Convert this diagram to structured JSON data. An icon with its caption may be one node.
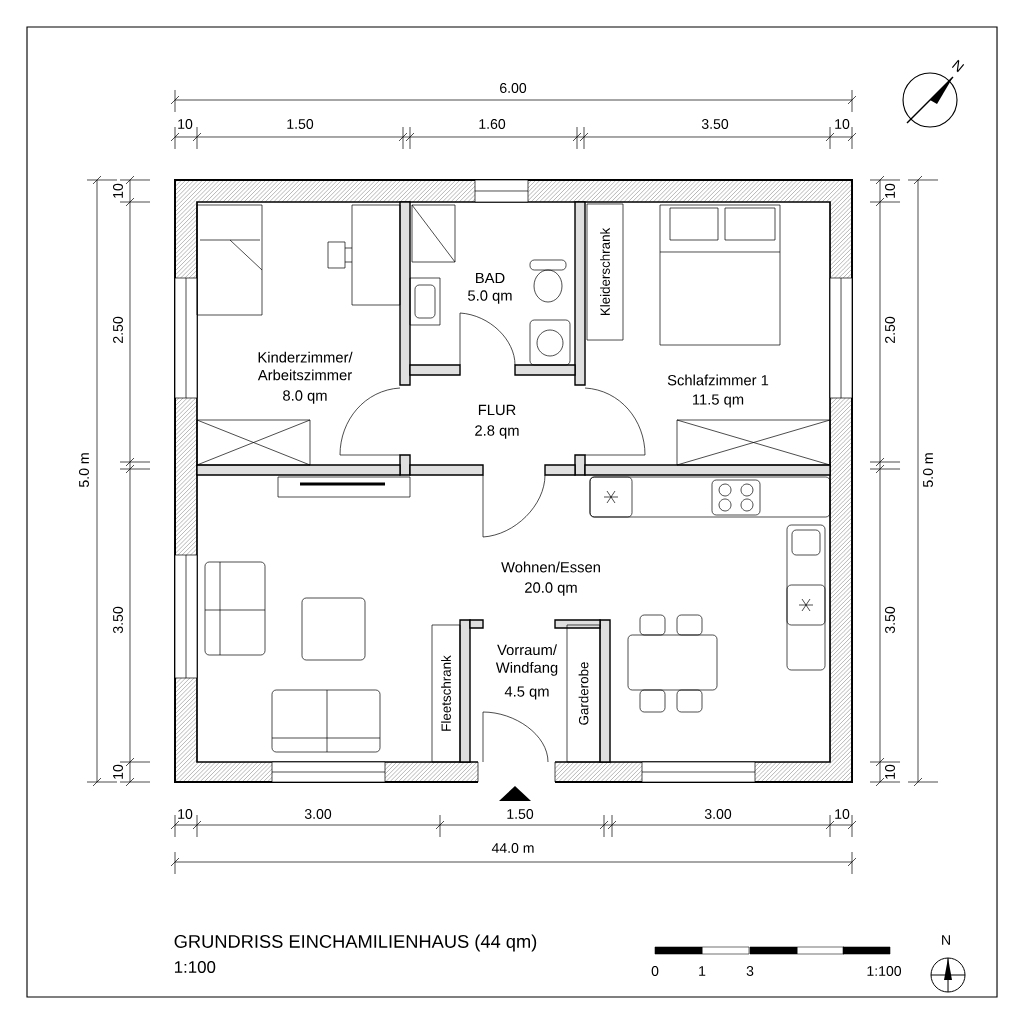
{
  "diagram": {
    "title": "GRUNDRISS EINCHAMILIENHAUS (44 qm)",
    "nodes": [
      {
        "text": [
          "Kleiderschrank"
        ]
      },
      {
        "text": [
          "Fleetschrank"
        ]
      },
      {
        "text": [
          "Garderobe"
        ]
      }
    ],
    "labels": [
      "N",
      "6.00",
      "10",
      "1.50",
      "1.60",
      "3.50",
      "10",
      "10",
      "2.50",
      "5.0 m",
      "3.50",
      "10",
      "10",
      "2.50",
      "5.0 m",
      "3.50",
      "10",
      "Kinderzimmer/ Arbeitszimmer",
      "8.0 qm",
      "BAD",
      "5.0 qm",
      "FLUR",
      "2.8 qm",
      "Schlafzimmer 1",
      "11.5 qm",
      "Wohnen/Essen",
      "20.0 qm",
      "Vorraum/ Windfang",
      "4.5 qm",
      "10",
      "3.00",
      "1.50",
      "3.00",
      "10",
      "44.0 m",
      "1:100",
      "N",
      "0",
      "1",
      "3",
      "1:100"
    ]
  }
}
